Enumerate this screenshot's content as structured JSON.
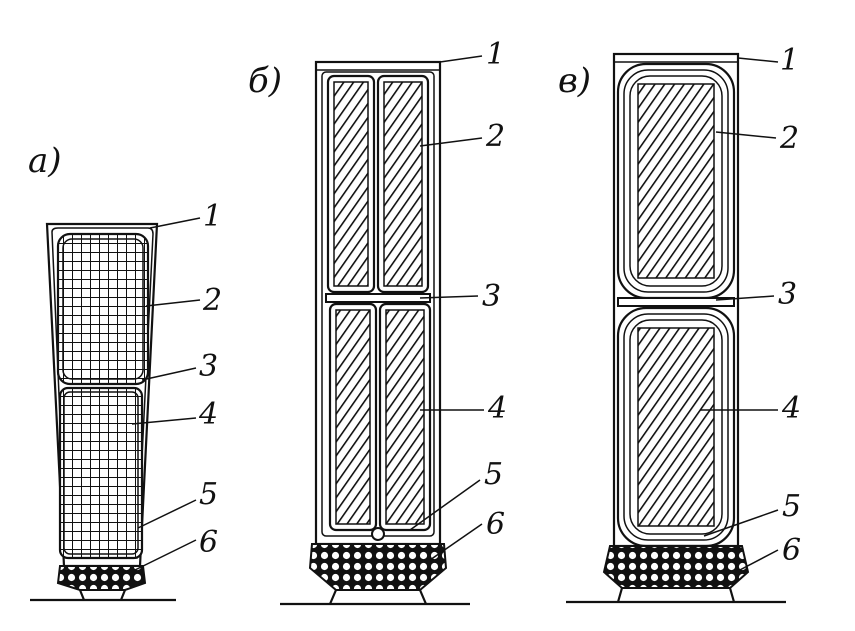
{
  "panels": [
    {
      "id": "a",
      "title": "а)",
      "labels": [
        "1",
        "2",
        "3",
        "4",
        "5",
        "6"
      ]
    },
    {
      "id": "b",
      "title": "б)",
      "labels": [
        "1",
        "2",
        "3",
        "4",
        "5",
        "6"
      ]
    },
    {
      "id": "c",
      "title": "в)",
      "labels": [
        "1",
        "2",
        "3",
        "4",
        "5",
        "6"
      ]
    }
  ],
  "colors": {
    "ink": "#111111",
    "background": "#ffffff"
  }
}
